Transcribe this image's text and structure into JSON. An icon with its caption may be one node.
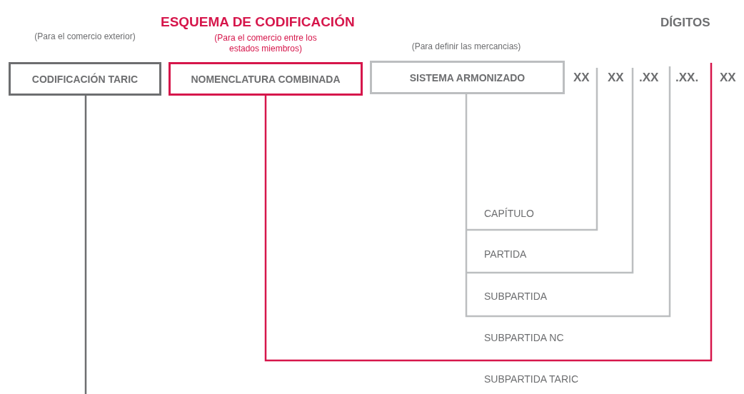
{
  "diagram": {
    "title": "ESQUEMA DE CODIFICACIÓN",
    "nodes": [
      {
        "text": [
          "CODIFICACIÓN TARIC"
        ],
        "beside": [
          "(Para el comercio exterior)"
        ]
      },
      {
        "text": [
          "NOMENCLATURA COMBINADA"
        ],
        "beside": [
          "(Para el comercio entre los estados miembros)"
        ]
      },
      {
        "text": [
          "SISTEMA ARMONIZADO"
        ],
        "beside": [
          "(Para definir las mercancias)"
        ]
      }
    ],
    "labels": [
      "DÍGITOS",
      "XX",
      "XX",
      ".XX",
      ".XX.",
      "XX",
      "CAPÍTULO",
      "PARTIDA",
      "SUBPARTIDA",
      "SUBPARTIDA NC",
      "SUBPARTIDA TARIC"
    ]
  }
}
